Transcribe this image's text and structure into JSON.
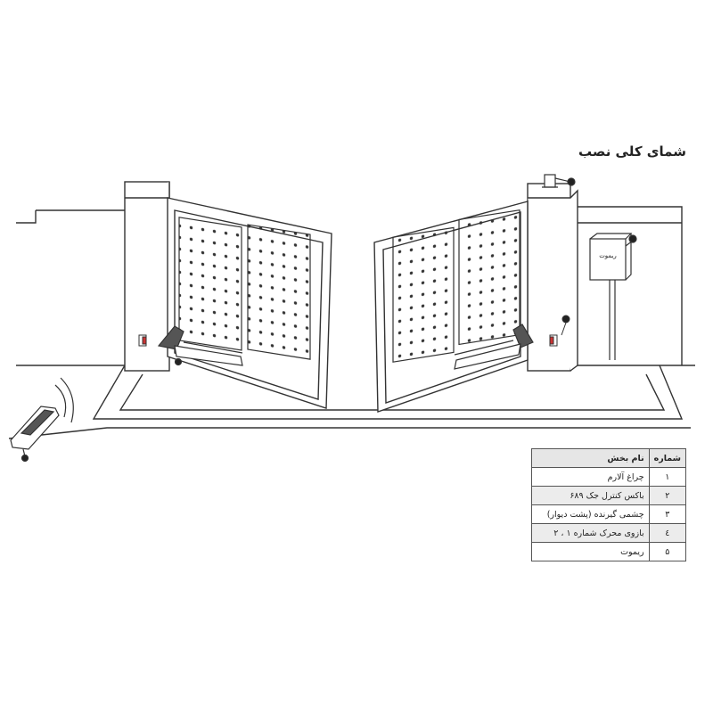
{
  "title": "شمای کلی نصب",
  "box_label": "ریموت",
  "legend": {
    "header_number": "شماره",
    "header_name": "نام بخش",
    "rows": [
      {
        "number": "۱",
        "name": "چراغ آلارم"
      },
      {
        "number": "۲",
        "name": "باکس کنترل جک ۶۸۹"
      },
      {
        "number": "۳",
        "name": "چشمی گیرنده (پشت دیوار)"
      },
      {
        "number": "٤",
        "name": "بازوی محرک شماره ۱ ، ۲"
      },
      {
        "number": "۵",
        "name": "ریموت"
      }
    ]
  }
}
